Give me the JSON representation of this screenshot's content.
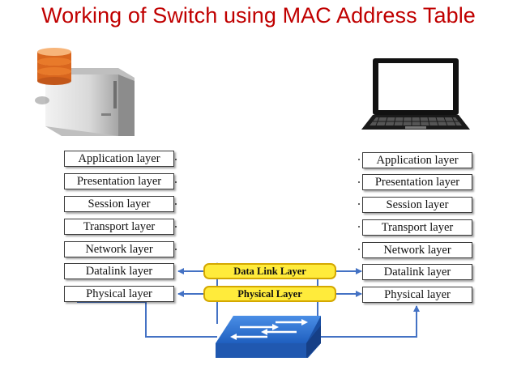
{
  "title": "Working of Switch using MAC Address Table",
  "left_stack": [
    "Application layer",
    "Presentation layer",
    "Session layer",
    "Transport layer",
    "Network layer",
    "Datalink layer",
    "Physical layer"
  ],
  "right_stack": [
    "Application layer",
    "Presentation layer",
    "Session layer",
    "Transport layer",
    "Network layer",
    "Datalink layer",
    "Physical layer"
  ],
  "switch_layers": {
    "data_link": "Data Link Layer",
    "physical": "Physical Layer"
  },
  "icons": {
    "server": "server-icon",
    "laptop": "laptop-icon",
    "switch": "network-switch-icon"
  },
  "colors": {
    "title": "#c00000",
    "arrow": "#4472c4",
    "highlight": "#ffeb3b",
    "database": "#e87a2a",
    "switch": "#2e6fcf"
  }
}
